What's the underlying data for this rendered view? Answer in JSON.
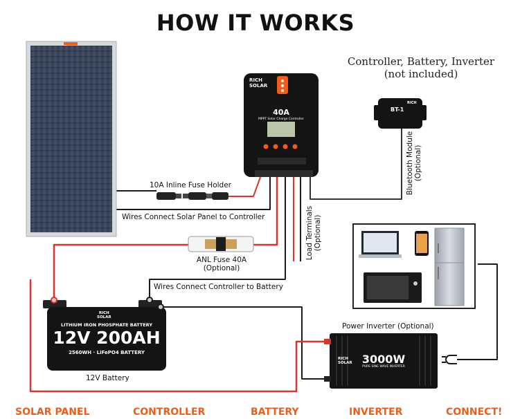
{
  "title": "HOW IT WORKS",
  "note": {
    "line1": "Controller, Battery, Inverter",
    "line2": "(not included)"
  },
  "labels": {
    "fuse_holder": "10A Inline Fuse Holder",
    "wires_panel": "Wires Connect Solar Panel to Controller",
    "anl_fuse": "ANL Fuse 40A",
    "anl_optional": "(Optional)",
    "wires_battery": "Wires Connect Controller to Battery",
    "load_terminals": "Load Terminals",
    "load_optional": "(Optional)",
    "bt_module": "Bluetooth Module",
    "bt_optional": "(Optional)",
    "power_inverter": "Power Inverter (Optional)",
    "battery_caption": "12V Battery"
  },
  "controller": {
    "brand_top": "RICH",
    "brand_bottom": "SOLAR",
    "rating": "40A",
    "subtitle": "MPPT Solar Charge Controller"
  },
  "bt_device": {
    "brand": "RICH",
    "model": "BT-1"
  },
  "battery": {
    "brand_top": "RICH",
    "brand_bottom": "SOLAR",
    "line1": "LITHIUM IRON PHOSPHATE BATTERY",
    "line2": "12V 200AH",
    "line3": "2560WH · LiFePO4 BATTERY"
  },
  "inverter": {
    "brand_top": "RICH",
    "brand_bottom": "SOLAR",
    "rating": "3000W",
    "subtitle": "PURE SINE WAVE INVERTER"
  },
  "bottom_labels": [
    "SOLAR PANEL",
    "CONTROLLER",
    "BATTERY",
    "INVERTER",
    "CONNECT!"
  ],
  "colors": {
    "accent": "#f25c16",
    "wire_red": "#e0322a",
    "wire_black": "#1a1a1a",
    "device": "#141414"
  }
}
